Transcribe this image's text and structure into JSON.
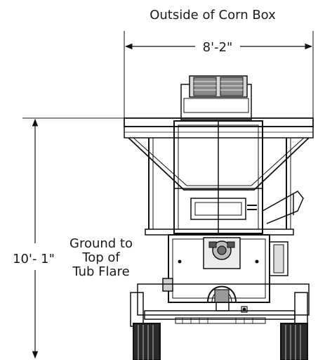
{
  "title": "Outside of Corn Box",
  "width_dimension": "8'-2\"",
  "height_dimension": "10'- 1\"",
  "height_note_lines": [
    "Ground to",
    "Top of",
    "Tub Flare"
  ]
}
